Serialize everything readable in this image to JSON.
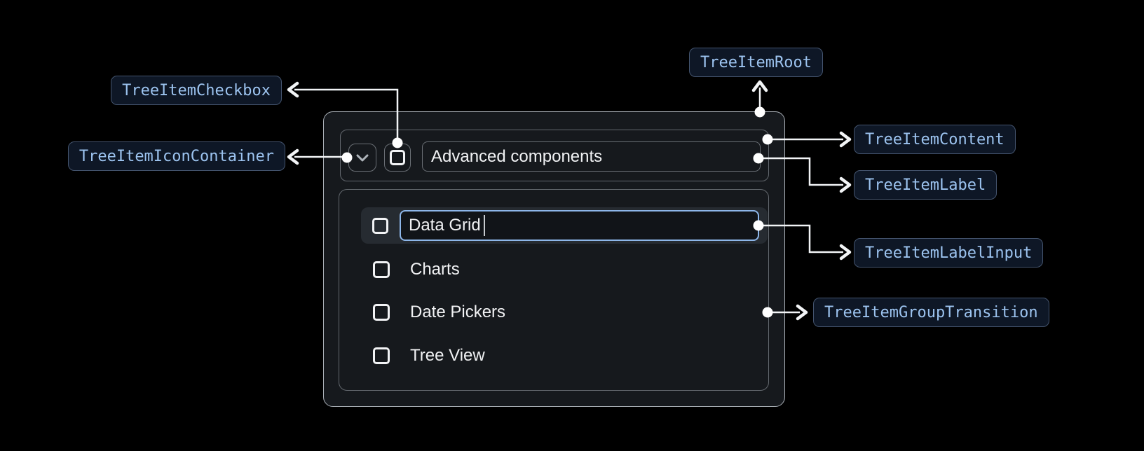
{
  "annotations": {
    "root": "TreeItemRoot",
    "content": "TreeItemContent",
    "label": "TreeItemLabel",
    "label_input": "TreeItemLabelInput",
    "group_transition": "TreeItemGroupTransition",
    "checkbox": "TreeItemCheckbox",
    "icon_container": "TreeItemIconContainer"
  },
  "tree": {
    "parent": {
      "label": "Advanced components",
      "expanded": true,
      "checked": false
    },
    "editing_item": {
      "input_value": "Data Grid",
      "checked": false
    },
    "items": [
      {
        "label": "Charts",
        "checked": false
      },
      {
        "label": "Date Pickers",
        "checked": false
      },
      {
        "label": "Tree View",
        "checked": false
      }
    ]
  },
  "icons": {
    "expand_icon": "chevron-down",
    "checkbox_icon": "checkbox-unchecked"
  },
  "colors": {
    "background": "#000000",
    "root_background": "#16191d",
    "root_border": "#a9afb6",
    "inner_border": "#63686e",
    "row_highlight": "#262b31",
    "input_border": "#8db6e9",
    "text_primary": "#f1f2f4",
    "chip_text": "#9cc3ef",
    "chip_border": "#44546e",
    "chip_background": "#0e1726",
    "connector": "#f2f4f6"
  }
}
